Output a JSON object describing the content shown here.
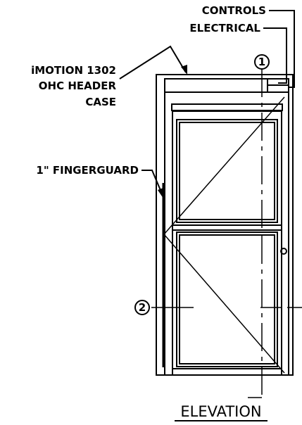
{
  "labels": {
    "controls": "CONTROLS",
    "electrical": "ELECTRICAL",
    "header_line1": "iMOTION 1302",
    "header_line2": "OHC HEADER",
    "header_line3": "CASE",
    "fingerguard": "1\" FINGERGUARD"
  },
  "callouts": {
    "one": "1",
    "two": "2"
  },
  "title": "ELEVATION"
}
